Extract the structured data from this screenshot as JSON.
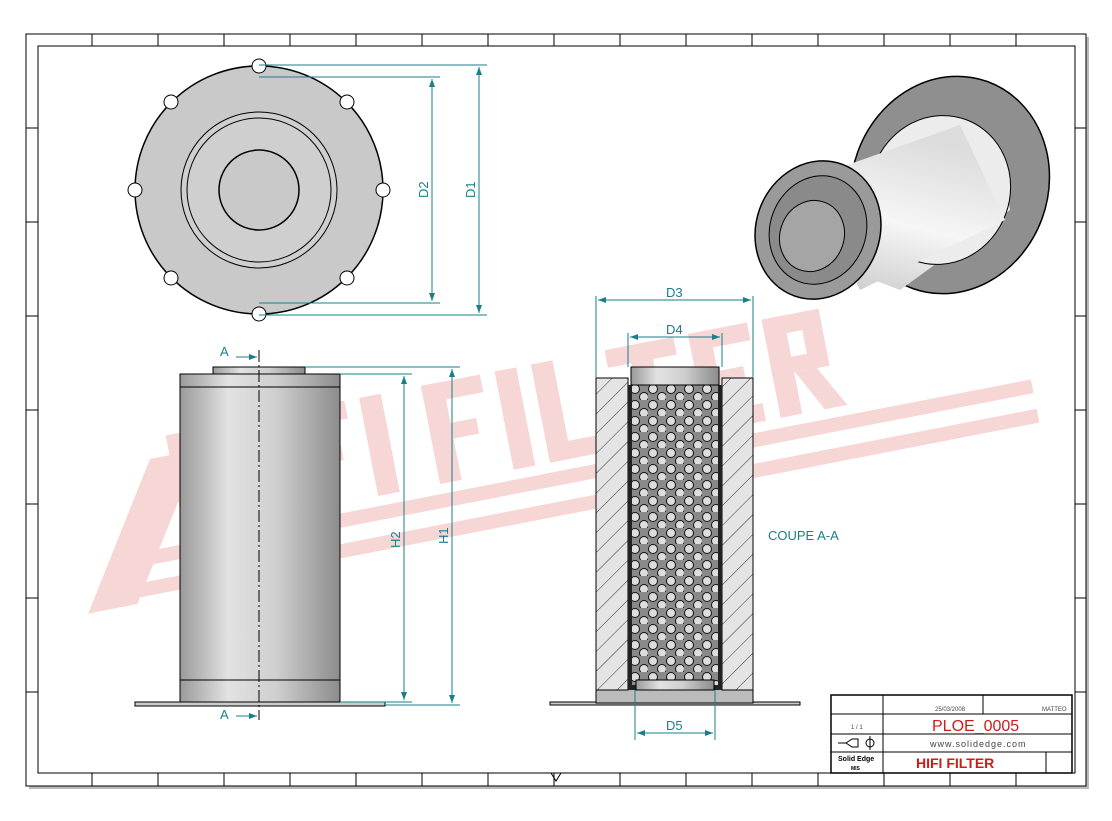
{
  "dimensions": {
    "d1": "D1",
    "d2": "D2",
    "d3": "D3",
    "d4": "D4",
    "d5": "D5",
    "h1": "H1",
    "h2": "H2"
  },
  "section": {
    "marker_top": "A",
    "marker_bottom": "A",
    "label": "COUPE A-A"
  },
  "watermark": "HIFI FILTER",
  "title_block": {
    "date": "25/03/2008",
    "drawn_by": "MATTEO",
    "scale": "1 / 1",
    "title": "PLOE_0005",
    "website": "www.solidedge.com",
    "software": "Solid Edge",
    "units": "MIS",
    "company": "HIFI FILTER"
  },
  "colors": {
    "dimension": "#1a7f8a",
    "title_red": "#d11a1a",
    "watermark": "#f2b6b6"
  }
}
